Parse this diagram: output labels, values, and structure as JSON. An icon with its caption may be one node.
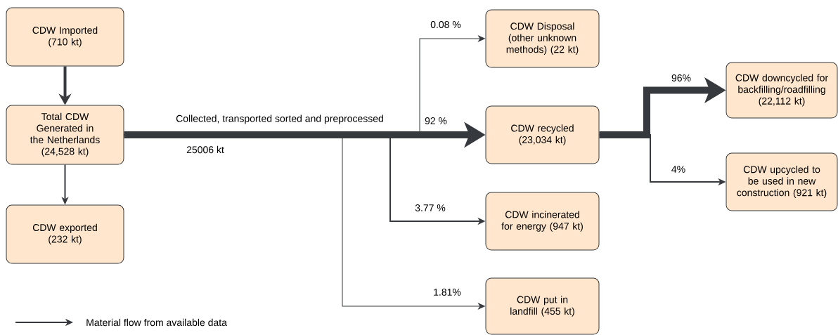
{
  "diagram": {
    "nodes": [
      {
        "text": [
          "CDW Imported (710 kt)"
        ]
      },
      {
        "text": [
          "Total CDW Generated in the Netherlands (24,528 kt)"
        ]
      },
      {
        "text": [
          "CDW exported (232 kt)"
        ]
      },
      {
        "text": [
          "CDW Disposal (other unknown methods) (22 kt)"
        ]
      },
      {
        "text": [
          "CDW recycled (23,034 kt)"
        ]
      },
      {
        "text": [
          "CDW incinerated for energy (947 kt)"
        ]
      },
      {
        "text": [
          "CDW put in landfill (455 kt)"
        ]
      },
      {
        "text": [
          "CDW downcycled for backfilling/roadfilling (22,112 kt)"
        ]
      },
      {
        "text": [
          "CDW upcycled to be used in new construction (921 kt)"
        ]
      }
    ],
    "edges": [
      {
        "from": 0,
        "to": 1,
        "arrow": "to",
        "style": "thick"
      },
      {
        "from": 1,
        "to": 2,
        "arrow": "to"
      },
      {
        "from": 1,
        "to": 3,
        "arrow": "to",
        "label": "0.08 %"
      },
      {
        "from": 1,
        "to": 4,
        "arrow": "to",
        "label": "92 %",
        "style": "thick"
      },
      {
        "from": 1,
        "to": 5,
        "arrow": "to",
        "label": "3.77 %"
      },
      {
        "from": 1,
        "to": 6,
        "arrow": "to",
        "label": "1.81%"
      },
      {
        "from": 4,
        "to": 7,
        "arrow": "to",
        "label": "96%",
        "style": "thick"
      },
      {
        "from": 4,
        "to": 8,
        "arrow": "to",
        "label": "4%"
      }
    ],
    "labels": [
      "Collected, transported sorted and preprocessed",
      "25006 kt"
    ],
    "legend": [
      {
        "text": "Material flow from available data"
      }
    ]
  }
}
